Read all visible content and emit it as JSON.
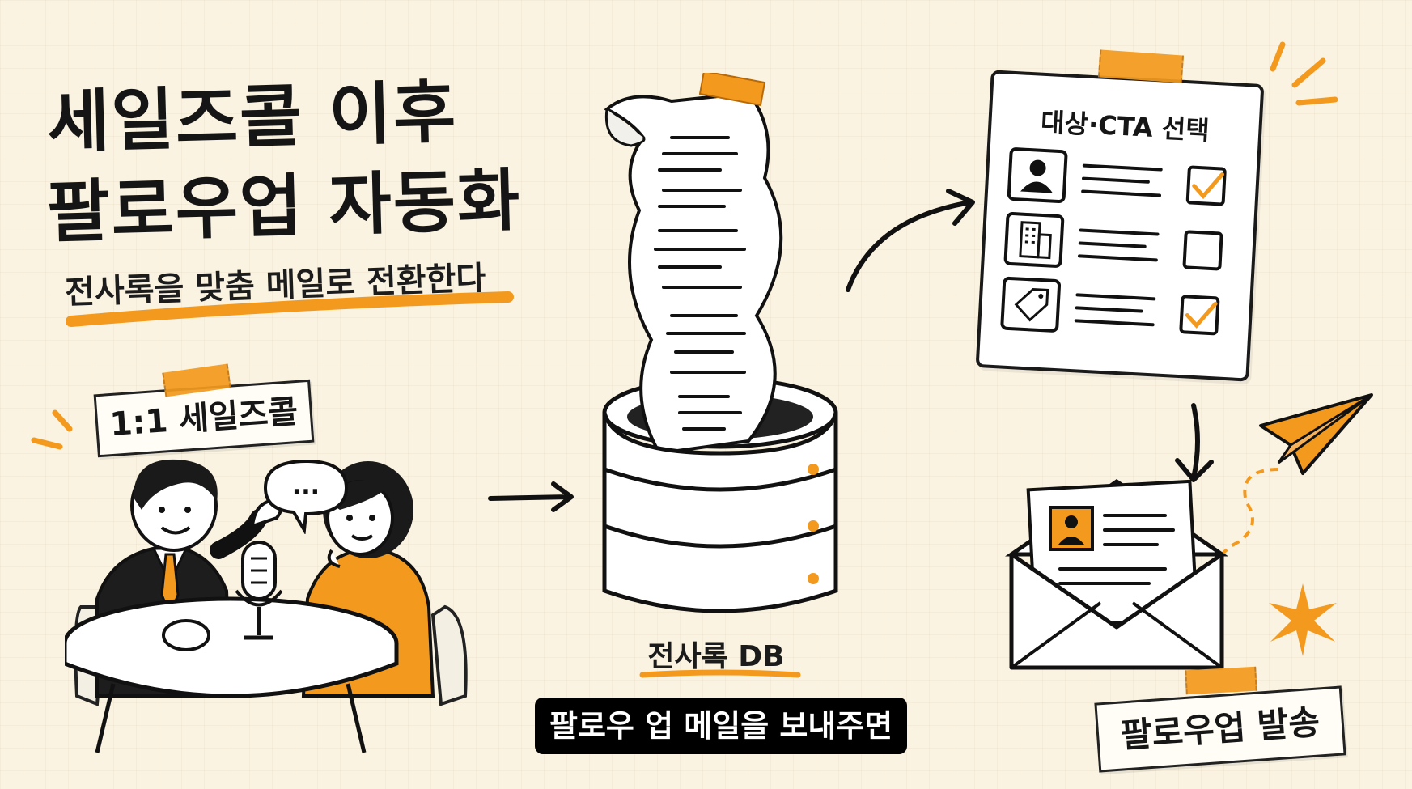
{
  "title": {
    "line1": "세일즈콜 이후",
    "line2": "팔로우업 자동화"
  },
  "subtitle": "전사록을 맞춤 메일로 전환한다",
  "nodes": {
    "sales_call": "1:1 세일즈콜",
    "speech_bubble": "...",
    "database": "전사록 DB",
    "selection": "대상·CTA 선택",
    "send": "팔로우업 발송"
  },
  "checklist": [
    {
      "icon": "person-icon",
      "checked": true
    },
    {
      "icon": "building-icon",
      "checked": false
    },
    {
      "icon": "tag-icon",
      "checked": true
    }
  ],
  "caption": "팔로우 업 메일을 보내주면",
  "colors": {
    "accent": "#f39a1e",
    "ink": "#161616",
    "paper": "#faf3e2",
    "caption_bg": "#000000"
  }
}
